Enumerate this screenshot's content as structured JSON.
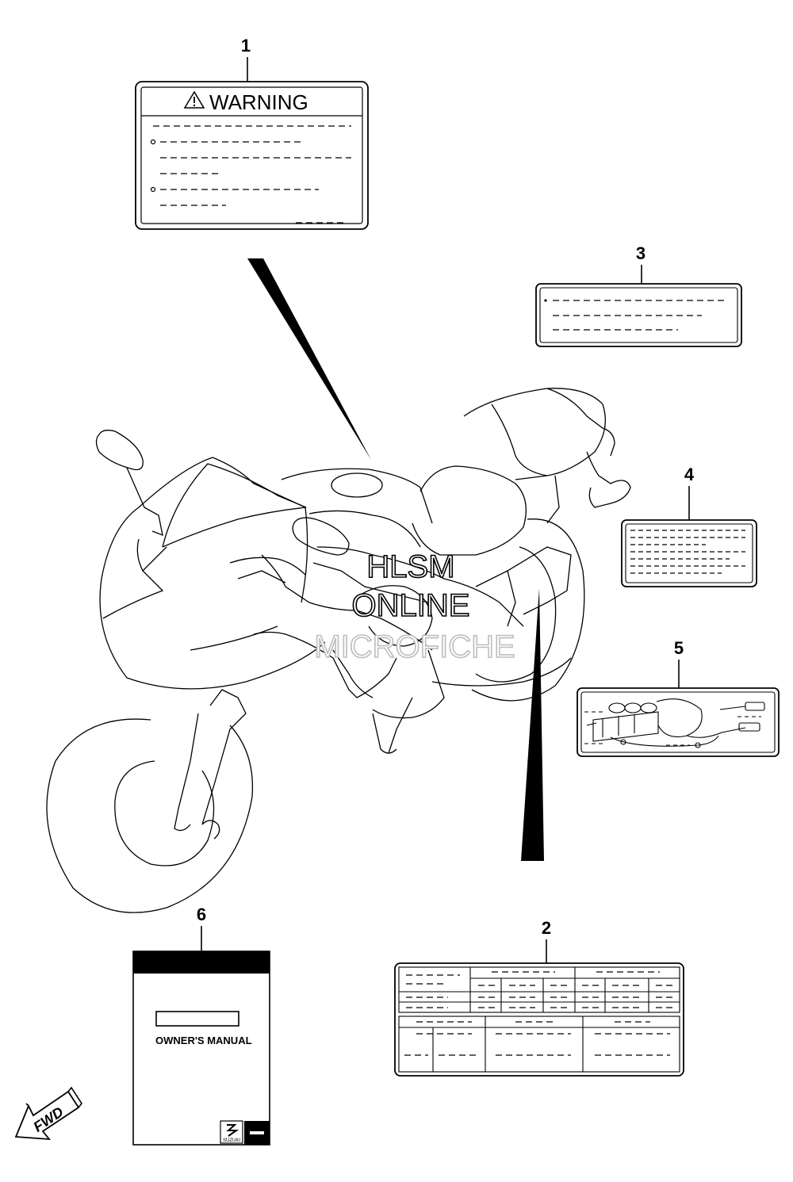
{
  "callouts": {
    "c1": "1",
    "c2": "2",
    "c3": "3",
    "c4": "4",
    "c5": "5",
    "c6": "6"
  },
  "label1": {
    "heading": "WARNING"
  },
  "label6": {
    "title": "OWNER'S MANUAL",
    "brand": "SUZUKI"
  },
  "fwd": {
    "text": "FWD"
  },
  "watermark": {
    "line1": "HLSM",
    "line2": "ONLINE",
    "line3": "MICROFICHE"
  }
}
